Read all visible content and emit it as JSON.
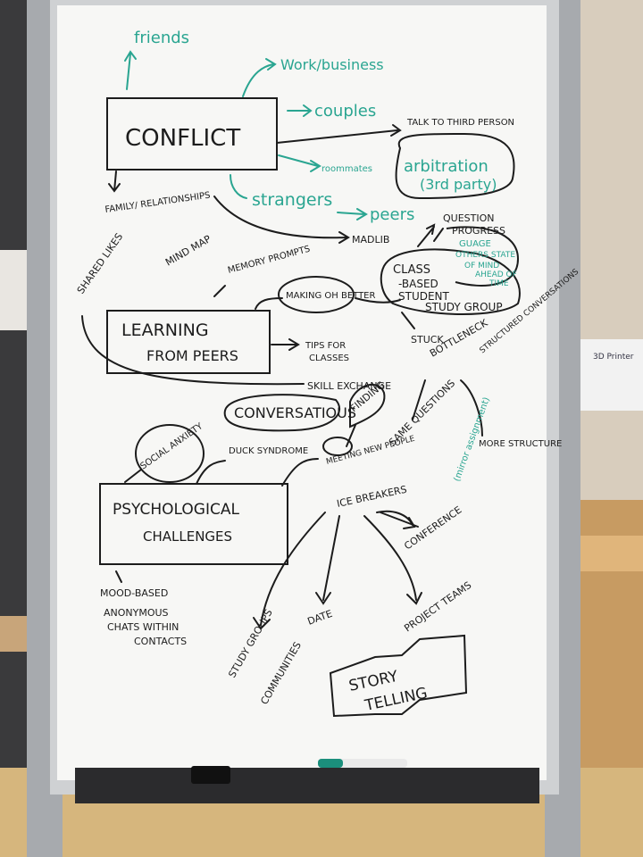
{
  "colors": {
    "black_marker": "#1c1c1c",
    "teal_marker": "#2aa591",
    "board": "#f7f7f5",
    "frame": "#b9bcc0"
  },
  "background": {
    "printer_sign": "3D Printer"
  },
  "marker_label": "marker",
  "mind_map": {
    "conflict": {
      "center": "CONFLICT",
      "friends": "friends",
      "work": "Work/business",
      "couples": "couples",
      "talk_third": "TALK TO THIRD PERSON",
      "roommates": "roommates",
      "arbitration": "arbitration",
      "arbitration_sub": "(3rd party)",
      "strangers": "strangers",
      "peers": "peers",
      "family": "FAMILY/ RELATIONSHIPS",
      "madlib": "MADLIB"
    },
    "learning": {
      "center_1": "LEARNING",
      "center_2": "FROM PEERS",
      "shared_likes": "SHARED LIKES",
      "mind_map": "MIND MAP",
      "memory_prompts": "MEMORY PROMPTS",
      "making_better": "MAKING OH BETTER",
      "class_based_1": "CLASS",
      "class_based_2": "-BASED",
      "class_based_3": "STUDENT",
      "class_based_4": "STUDY GROUP",
      "question": "QUESTION",
      "progress": "PROGRESS",
      "guage": "GUAGE",
      "others_state": "OTHERS STATE",
      "of_mind": "OF MIND",
      "ahead": "AHEAD OF",
      "time": "TIME",
      "stuck": "STUCK",
      "bottleneck": "BOTTLENECK",
      "structured": "STRUCTURED CONVERSATIONS",
      "tips_1": "TIPS FOR",
      "tips_2": "CLASSES",
      "skill_exchange": "SKILL EXCHANGE",
      "same_questions": "SAME QUESTIONS",
      "more_structure": "MORE STRUCTURE",
      "mirror": "(mirror assignment)",
      "finding": "FINDING"
    },
    "psych": {
      "center_1": "PSYCHOLOGICAL",
      "center_2": "CHALLENGES",
      "conversations": "CONVERSATIOUS",
      "social_anxiety": "SOCIAL ANXIETY",
      "duck": "DUCK SYNDROME",
      "meeting": "MEETING NEW PEOPLE",
      "ice_breakers": "ICE BREAKERS",
      "conference": "CONFERENCE",
      "mood_based": "MOOD-BASED",
      "anonymous": "ANONYMOUS",
      "chats": "CHATS WITHIN",
      "contacts": "CONTACTS",
      "study_groups": "STUDY GROUPS",
      "date": "DATE",
      "communities": "COMMUNITIES",
      "project_teams": "PROJECT TEAMS",
      "story_telling_1": "STORY",
      "story_telling_2": "TELLING"
    }
  }
}
